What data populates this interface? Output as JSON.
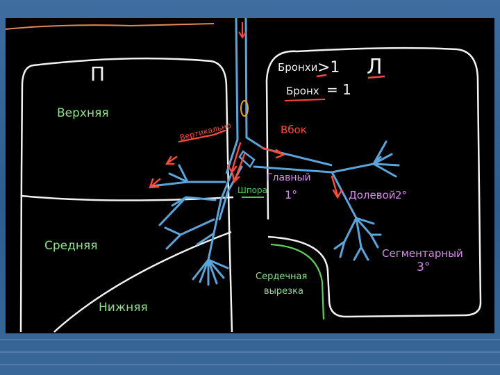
{
  "right_lung": {
    "letter": "П",
    "upper_lobe": "Верхняя",
    "middle_lobe": "Средняя",
    "lower_lobe": "Нижняя"
  },
  "left_lung": {
    "letter": "Л",
    "bronchi_note": "Бронхи",
    "bronchi_relation": ">1",
    "bronch_note": "Бронх",
    "bronch_relation": "= 1",
    "cardiac_notch": [
      "Сердечная",
      "вырезка"
    ]
  },
  "labels": {
    "vertical": "Вертикально",
    "sideways": "Вбок",
    "carina": "Шпора",
    "main": "Главный",
    "main_order": "1°",
    "lobar": "Долевой",
    "lobar_order": "2°",
    "segmental": "Сегментарный",
    "segmental_order": "3°"
  },
  "colors": {
    "outline": "#f2f2f2",
    "airway": "#5aa6dc",
    "text_green": "#8fe08a",
    "text_red": "#ff4a3a",
    "text_purple": "#d98af0",
    "notch_green": "#5ccf5c",
    "carina_green": "#4cc94c",
    "top_orange": "#e08a55"
  }
}
